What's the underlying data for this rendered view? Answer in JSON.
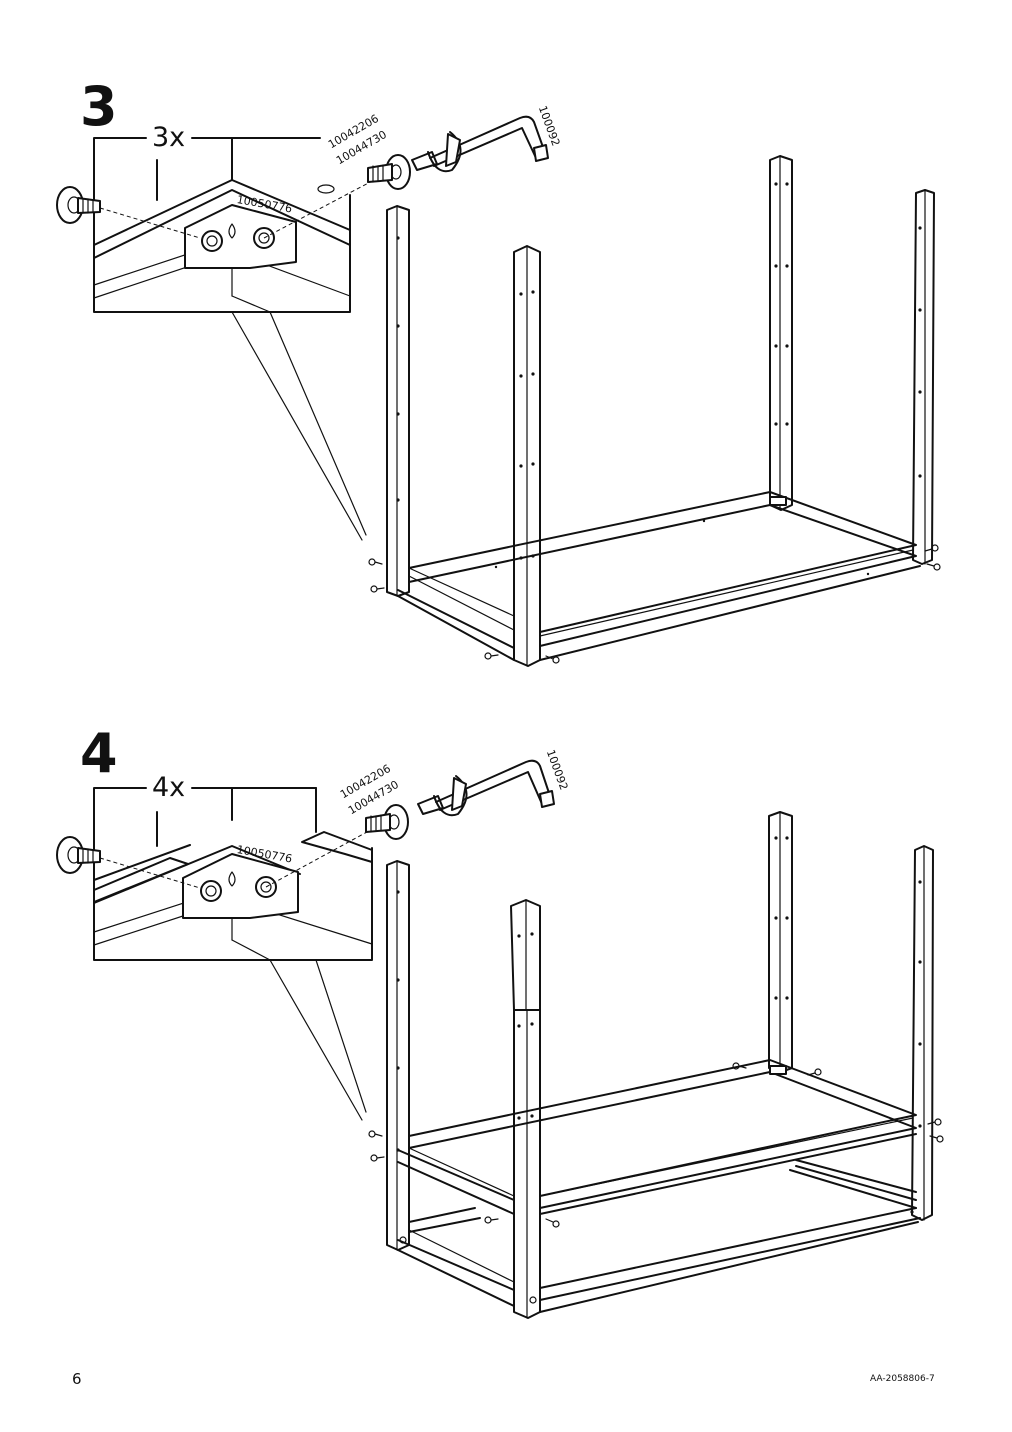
{
  "steps": [
    {
      "number": "3",
      "quantity": "3x",
      "screw_parts": [
        "10042206",
        "10044730"
      ],
      "bracket_part": "10050776",
      "tool_part": "100092"
    },
    {
      "number": "4",
      "quantity": "4x",
      "screw_parts": [
        "10042206",
        "10044730"
      ],
      "bracket_part": "10050776",
      "tool_part": "100092"
    }
  ],
  "footer": {
    "page_number": "6",
    "doc_code": "AA-2058806-7"
  }
}
